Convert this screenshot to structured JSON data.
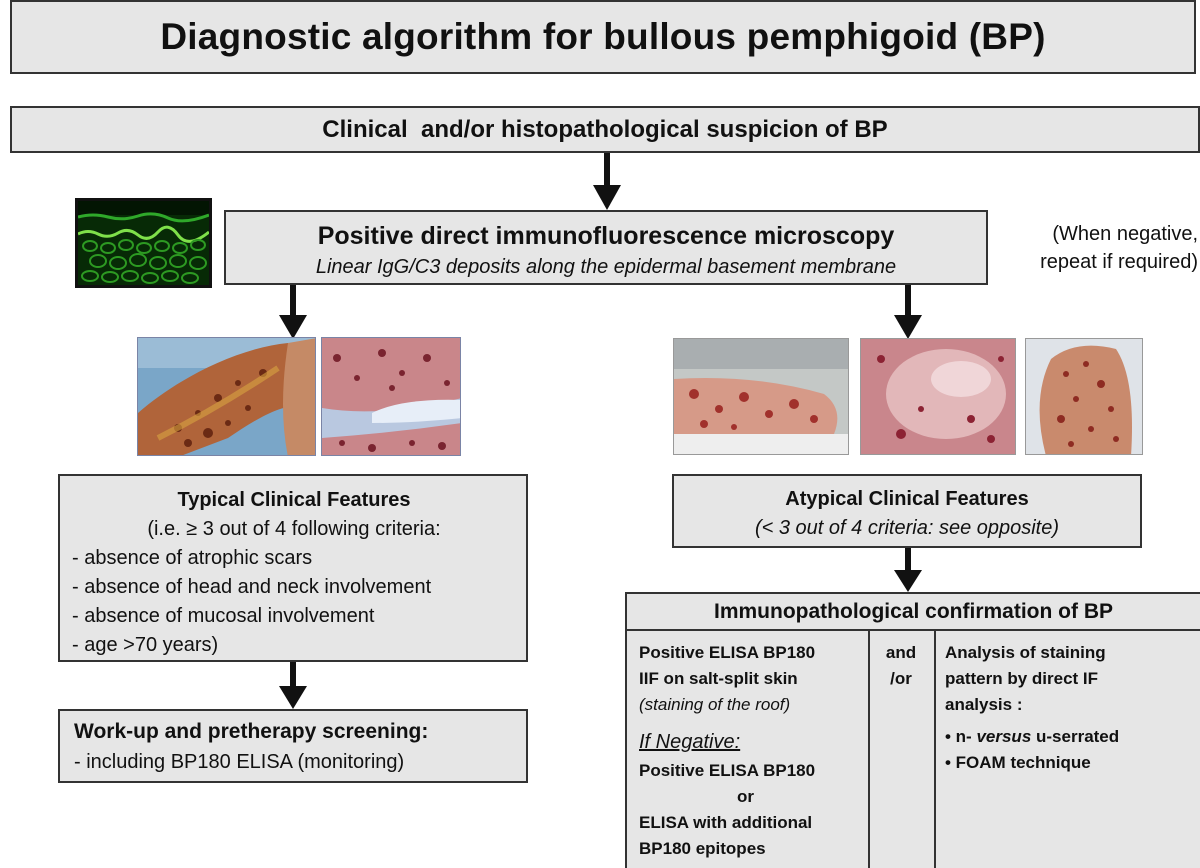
{
  "title": "Diagnostic algorithm for bullous pemphigoid (BP)",
  "suspicion": "Clinical  and/or histopathological suspicion of BP",
  "dif": {
    "title": "Positive direct immunofluorescence microscopy",
    "subtitle": "Linear IgG/C3 deposits along the epidermal basement membrane",
    "note_line1": "(When negative,",
    "note_line2": "repeat if required)"
  },
  "typical": {
    "title": "Typical Clinical Features",
    "subtitle": "(i.e. ≥ 3 out of 4 following criteria:",
    "criteria": [
      "- absence of atrophic scars",
      "- absence of head and neck involvement",
      "- absence of mucosal involvement",
      "- age >70 years)"
    ]
  },
  "workup": {
    "title": "Work-up and pretherapy screening:",
    "detail": "- including BP180 ELISA (monitoring)"
  },
  "atypical": {
    "title": "Atypical Clinical Features",
    "subtitle": "(< 3 out of 4 criteria: see opposite)"
  },
  "confirmation": {
    "title": "Immunopathological confirmation of BP",
    "col1": {
      "line1": "Positive ELISA BP180",
      "line2": "IIF on salt-split skin",
      "line3": "(staining of the roof)",
      "negative_label": "If Negative:",
      "neg_line1": "Positive ELISA BP180",
      "neg_or": "or",
      "neg_line2": "ELISA with additional",
      "neg_line3": "BP180 epitopes"
    },
    "col2": {
      "line1": "and",
      "line2": "/or"
    },
    "col3": {
      "line1": "Analysis of staining",
      "line2": "pattern by direct IF",
      "line3": "analysis :",
      "bullet1_pre": "• n- ",
      "bullet1_em": "versus",
      "bullet1_post": " u-serrated",
      "bullet2": "• FOAM technique"
    }
  },
  "colors": {
    "box_fill": "#e6e6e6",
    "border": "#333333",
    "arrow": "#111111",
    "if_green": "#3fbf2e"
  }
}
